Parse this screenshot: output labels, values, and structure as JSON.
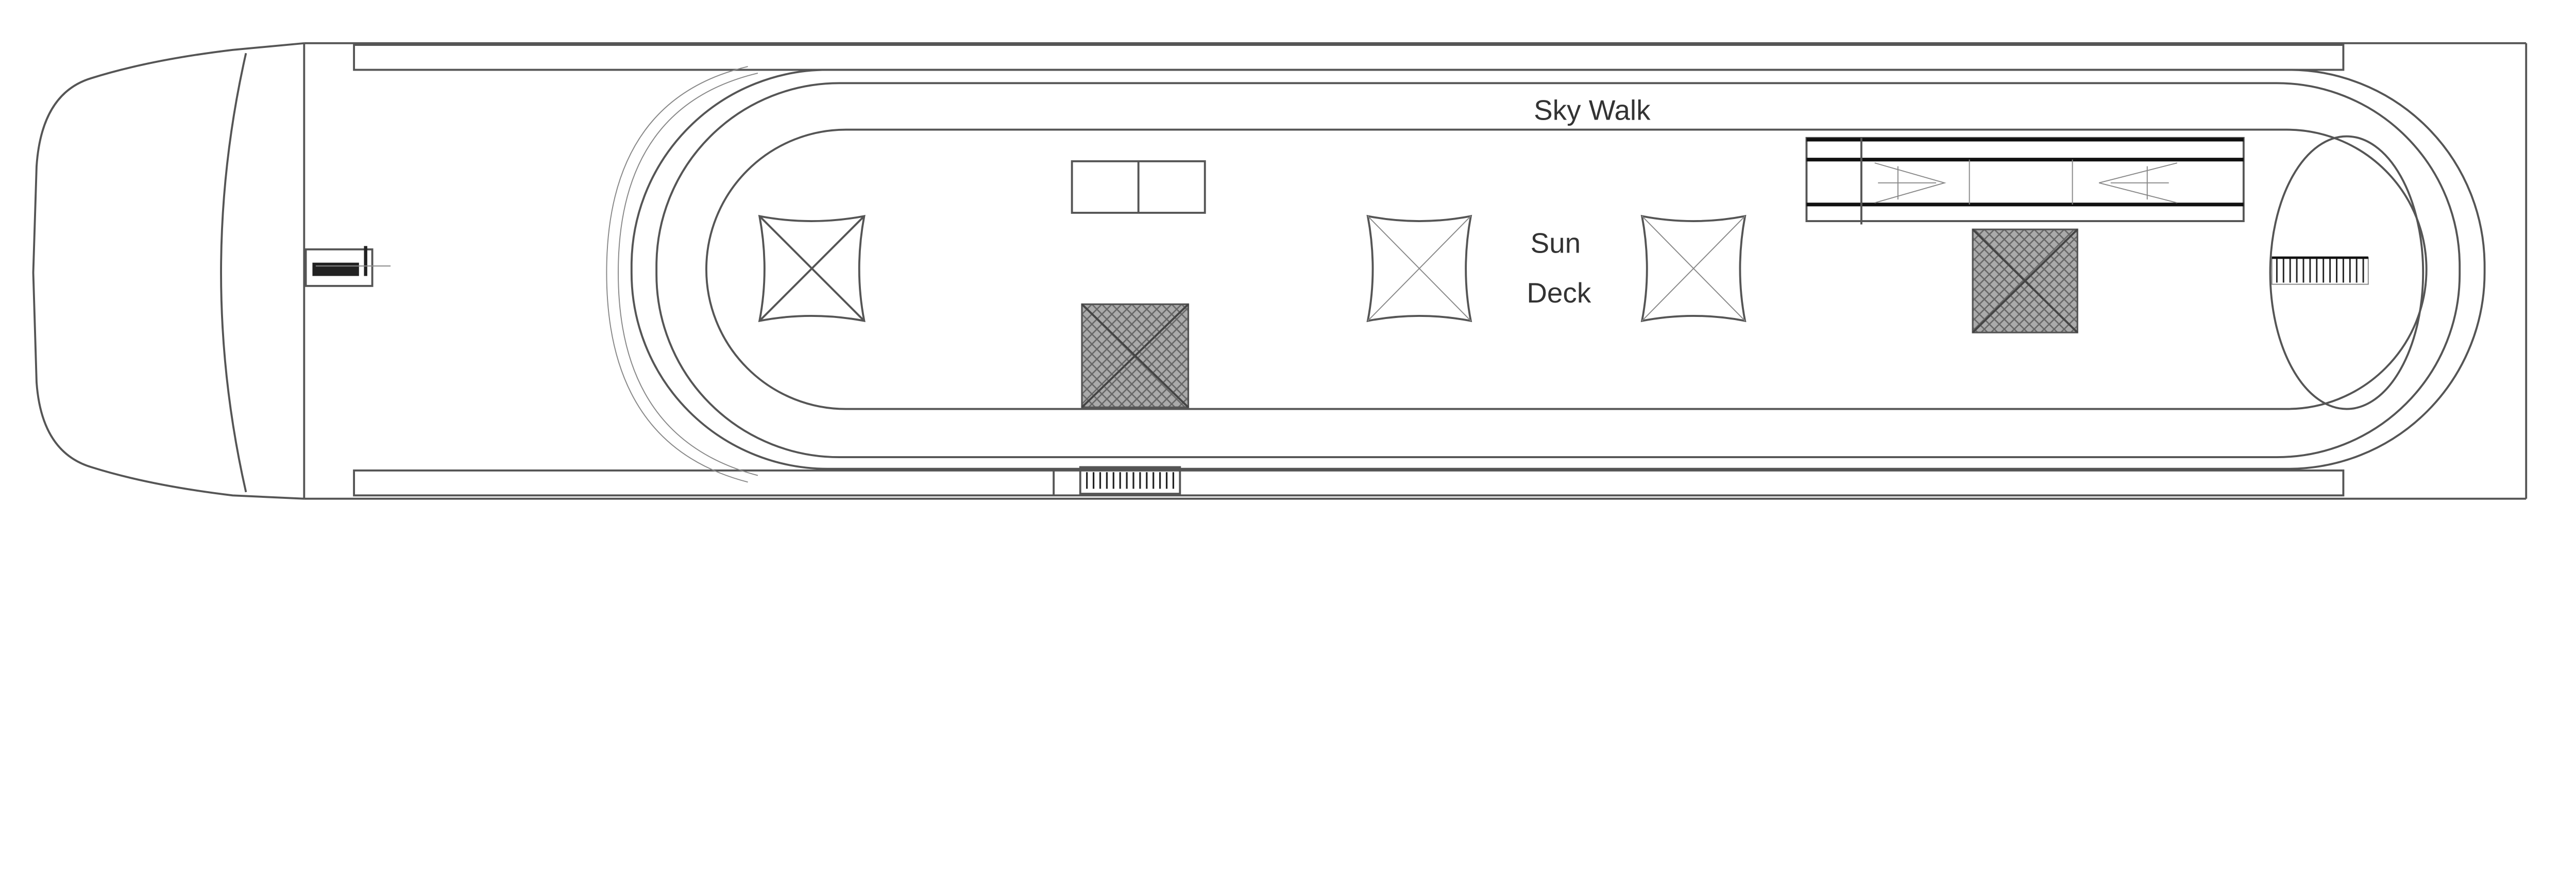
{
  "deck_plan": {
    "labels": {
      "sky_walk": "Sky Walk",
      "sun_deck_line1": "Sun",
      "sun_deck_line2": "Deck"
    },
    "colors": {
      "line": "#555555",
      "hatch": "#777777",
      "background": "#ffffff"
    }
  }
}
